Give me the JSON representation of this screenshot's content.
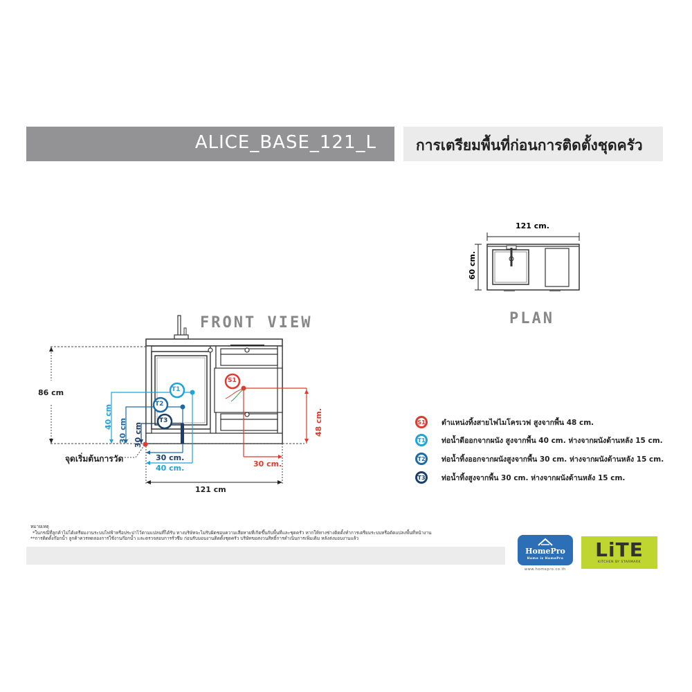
{
  "header": {
    "model_code": "ALICE_BASE_121_L",
    "title": "การเตรียมพื้นที่ก่อนการติดตั้งชุดครัว"
  },
  "plan_view": {
    "title": "PLAN",
    "width_label": "121 cm.",
    "depth_label": "60 cm."
  },
  "front_view": {
    "title": "FRONT VIEW",
    "height_label": "86 cm",
    "width_label": "121 cm",
    "origin_label": "จุดเริ่มต้นการวัด",
    "t1_height": "40 cm",
    "t2_height": "30 cm",
    "t3_height": "30 cm",
    "t2_offset": "30 cm.",
    "t1_offset": "40 cm.",
    "s1_height": "48 cm.",
    "s1_offset": "30 cm.",
    "markers": {
      "s1": "S1",
      "t1": "T1",
      "t2": "T2",
      "t3": "T3"
    }
  },
  "legend": [
    {
      "code": "S1",
      "color": "#e03a2f",
      "text": "ตำแหน่งทิ้งสายไฟไมโครเวฟ สูงจากพื้น 48 cm."
    },
    {
      "code": "T1",
      "color": "#1fa3dc",
      "text": "ท่อน้ำดีออกจากผนัง สูงจากพื้น 40 cm. ห่างจากผนังด้านหลัง 15 cm."
    },
    {
      "code": "T2",
      "color": "#1d6aa5",
      "text": "ท่อน้ำทิ้งออกจากผนังสูงจากพื้น 30 cm. ห่างจากผนังด้านหลัง 15 cm."
    },
    {
      "code": "T3",
      "color": "#1a3f6b",
      "text": "ท่อน้ำทิ้งสูงจากพื้น 30 cm. ห่างจากผนังด้านหลัง 15 cm."
    }
  ],
  "notes": {
    "heading": "หมายเหตุ",
    "line1": "*ในกรณีที่ลูกค้าไม่ได้เตรียมงานระบบไฟฟ้าหรือประปาไว้ตามแปลนที่ได้รับ ทางบริษัทจะไม่รับผิดชอบความเสียหายที่เกิดขึ้นกับพื้นที่และชุดครัว  หากให้ทางช่างติดตั้งทำการเตรียมระบบหรือดัดแปลงพื้นที่หน้างาน",
    "line2": "**การติดตั้งก๊อกน้ำ ลูกค้าควรทดลองการใช้งานก๊อกน้ำ และตรวจสอบการรั่วซึม ก่อนรับมอบงานติดตั้งชุดครัว บริษัทขอสงวนสิทธิ์การดำเนินการเพิ่มเติม หลังส่งมอบงานแล้ว"
  },
  "logos": {
    "homepro_name": "HomePro",
    "homepro_tagline": "Home is HomePro",
    "homepro_url": "www.homepro.co.th",
    "lite_name": "LiTE",
    "lite_sub": "KITCHEN BY STARMARK"
  },
  "colors": {
    "header_gray": "#939396",
    "header_light": "#ebebeb",
    "s1_red": "#e03a2f",
    "t1_blue": "#1fa3dc",
    "t2_blue": "#1d6aa5",
    "t3_navy": "#1a3f6b",
    "lite_green": "#bed62f",
    "homepro_blue": "#2c6fb7"
  }
}
